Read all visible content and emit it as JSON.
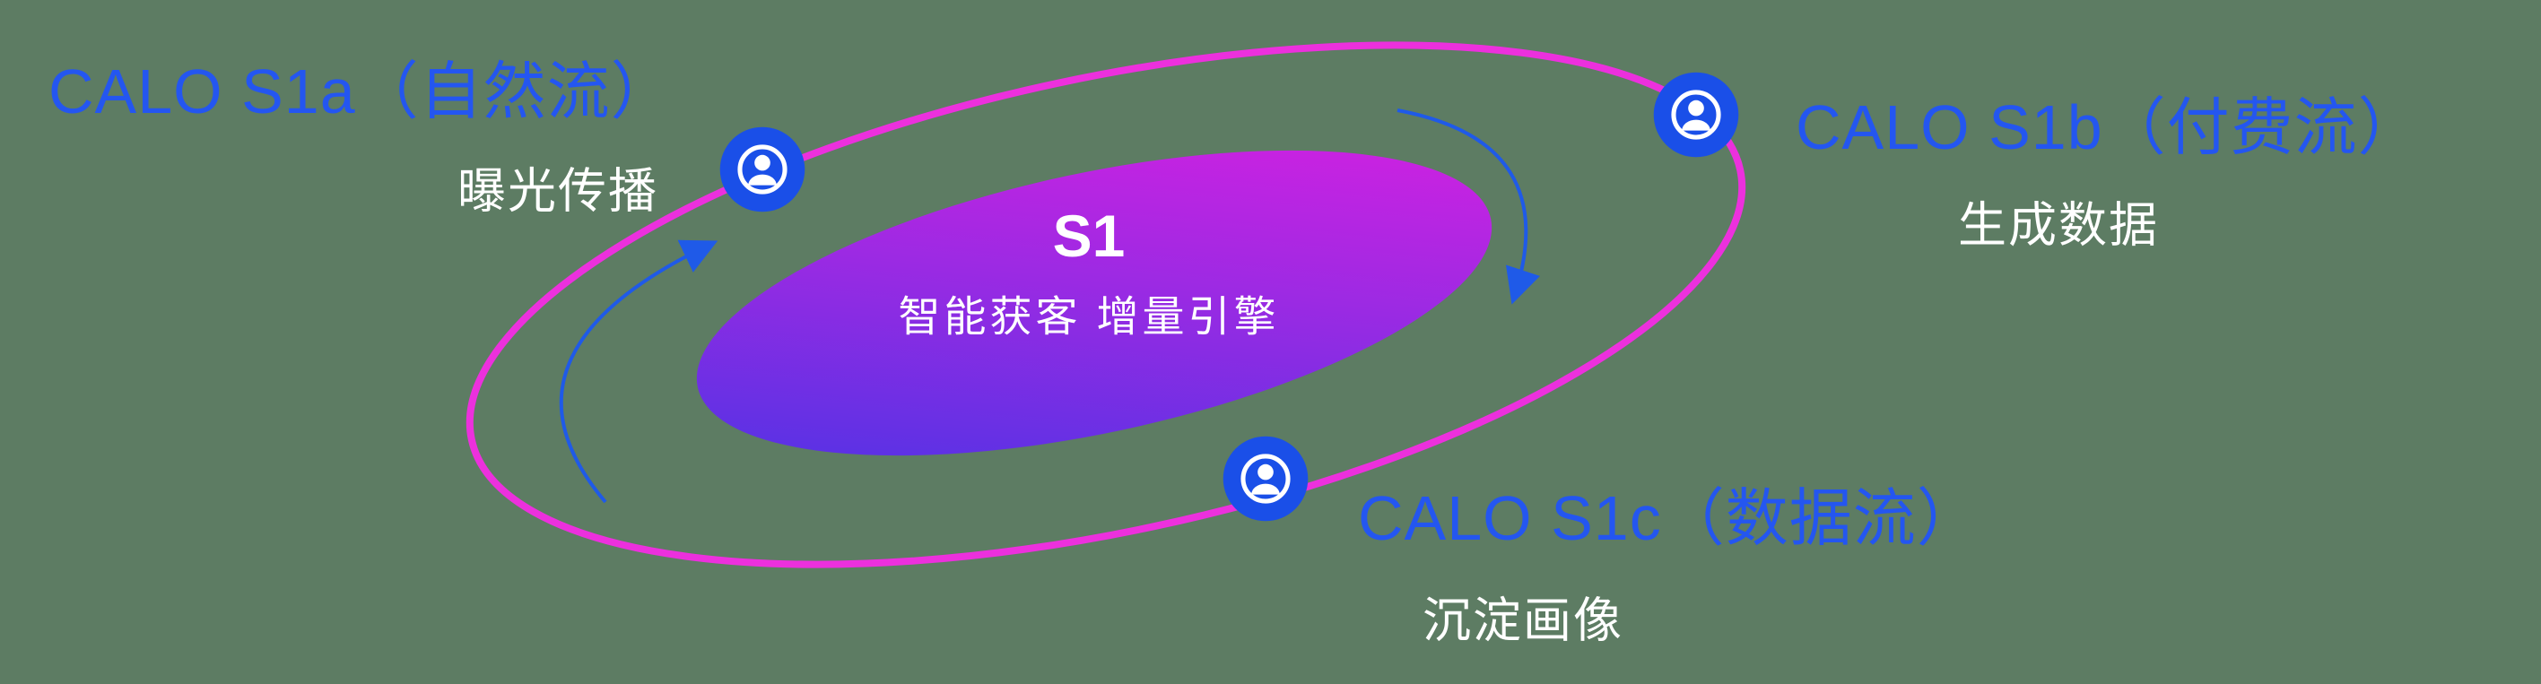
{
  "colors": {
    "background": "#5d7c63",
    "title_blue": "#2456f0",
    "node_blue": "#1a4fe8",
    "orbit_pink": "#ec30dd",
    "core_gradient_start": "#4634e4",
    "core_gradient_end": "#dd1fe0",
    "arrow_blue": "#1f5ae8",
    "text_white": "#ffffff"
  },
  "core": {
    "title": "S1",
    "subtitle": "智能获客  增量引擎"
  },
  "nodes": [
    {
      "id": "s1a",
      "title": "CALO S1a（自然流）",
      "subtitle": "曝光传播",
      "icon": "user-icon"
    },
    {
      "id": "s1b",
      "title": "CALO S1b（付费流）",
      "subtitle": "生成数据",
      "icon": "user-icon"
    },
    {
      "id": "s1c",
      "title": "CALO S1c（数据流）",
      "subtitle": "沉淀画像",
      "icon": "user-icon"
    }
  ]
}
